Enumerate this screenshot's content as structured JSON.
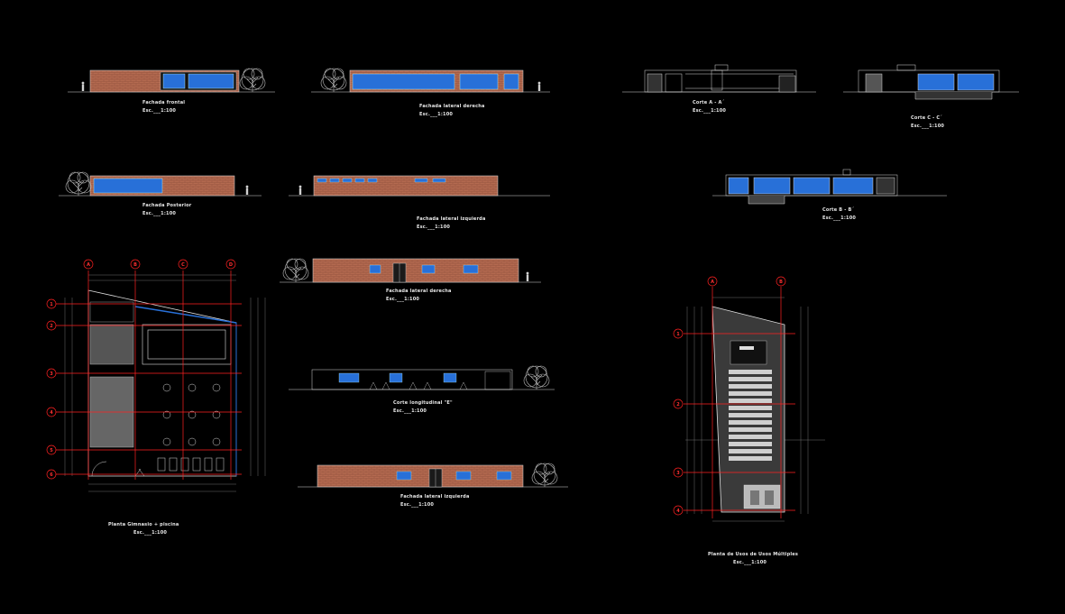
{
  "drawing": {
    "background": "#000000",
    "colors": {
      "brick": "#b46a50",
      "window": "#2870d8",
      "axis": "#ff2020",
      "line": "#d8d8d8",
      "tree": "#bdbdbd"
    }
  },
  "captions": [
    {
      "id": "c1",
      "title": "Fachada frontal",
      "scale": "Esc.___1:100"
    },
    {
      "id": "c2",
      "title": "Fachada lateral derecha",
      "scale": "Esc.___1:100"
    },
    {
      "id": "c3",
      "title": "Corte A - A´",
      "scale": "Esc.___1:100"
    },
    {
      "id": "c4",
      "title": "Corte C - C´",
      "scale": "Esc.___1:100"
    },
    {
      "id": "c5",
      "title": "Fachada Posterior",
      "scale": "Esc.___1:100"
    },
    {
      "id": "c6",
      "title": "Fachada lateral izquierda",
      "scale": "Esc.___1:100"
    },
    {
      "id": "c7",
      "title": "Corte B - B´",
      "scale": "Esc.___1:100"
    },
    {
      "id": "c8",
      "title": "Fachada lateral derecha",
      "scale": "Esc.___1:100"
    },
    {
      "id": "c9",
      "title": "Corte longitudinal \"E\"",
      "scale": "Esc.___1:100"
    },
    {
      "id": "c10",
      "title": "Fachada lateral izquierda",
      "scale": "Esc.___1:100"
    },
    {
      "id": "c11",
      "title": "Planta Gimnasio + piscina",
      "scale": "Esc.___1:100"
    },
    {
      "id": "c12",
      "title": "Planta de Usos de Usos Múltiples",
      "scale": "Esc.___1:100"
    }
  ],
  "axes_plan_left": {
    "columns": [
      "A",
      "B",
      "C",
      "D"
    ],
    "rows": [
      "1",
      "2",
      "3",
      "4",
      "5",
      "6"
    ]
  },
  "axes_plan_right": {
    "columns": [
      "A",
      "B"
    ],
    "rows": [
      "1",
      "2",
      "3",
      "4"
    ]
  }
}
